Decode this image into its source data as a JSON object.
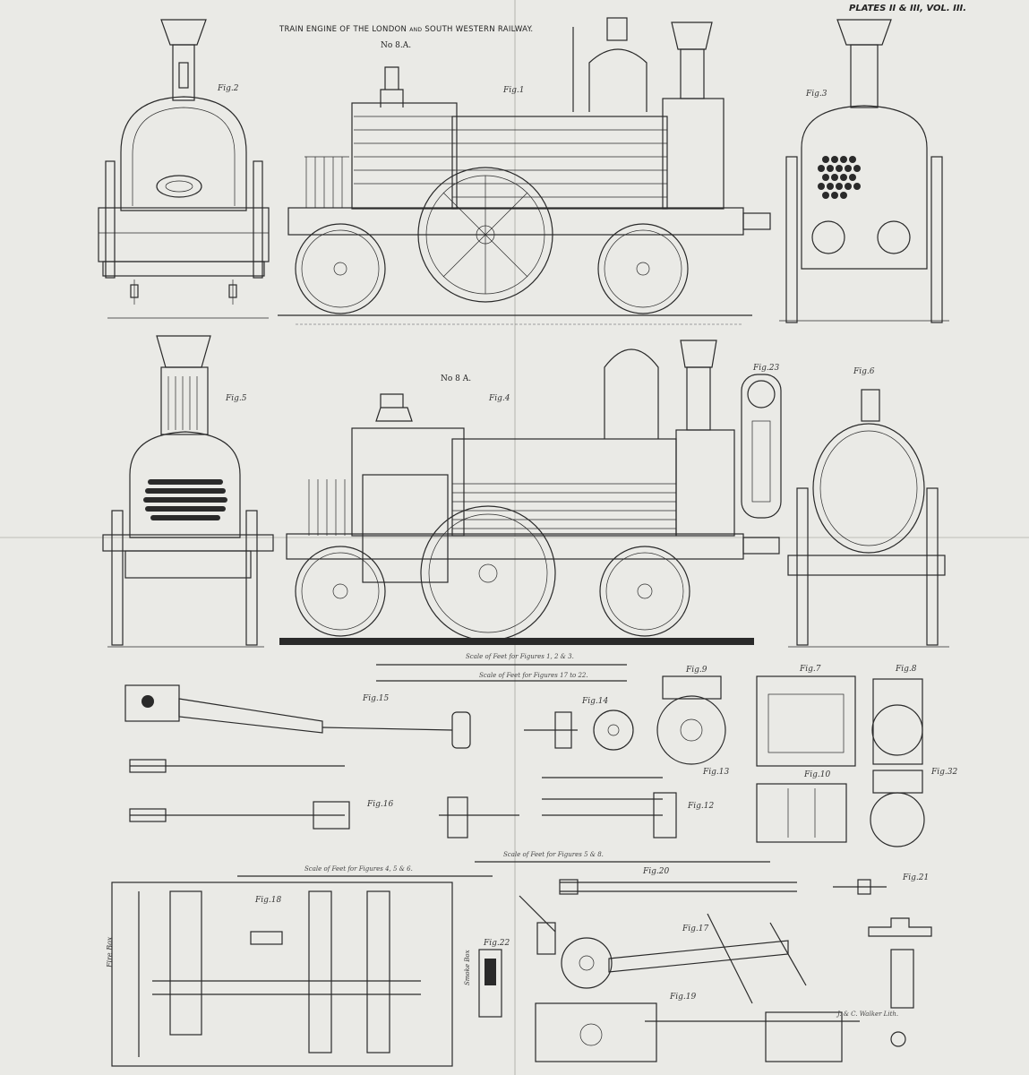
{
  "header": {
    "plate_id": "PLATES II & III, VOL. III.",
    "title_a": "TRAIN ENGINE OF THE LONDON",
    "title_and": "AND",
    "title_b": "SOUTH WESTERN RAILWAY.",
    "number_top": "No 8.A.",
    "number_mid": "No 8 A."
  },
  "figures": {
    "fig1": "Fig.1",
    "fig2": "Fig.2",
    "fig3": "Fig.3",
    "fig4": "Fig.4",
    "fig5": "Fig.5",
    "fig6": "Fig.6",
    "fig7": "Fig.7",
    "fig8": "Fig.8",
    "fig9": "Fig.9",
    "fig10": "Fig.10",
    "fig12": "Fig.12",
    "fig13": "Fig.13",
    "fig14": "Fig.14",
    "fig15": "Fig.15",
    "fig16": "Fig.16",
    "fig17": "Fig.17",
    "fig18": "Fig.18",
    "fig19": "Fig.19",
    "fig20": "Fig.20",
    "fig21": "Fig.21",
    "fig22": "Fig.22",
    "fig23": "Fig.23",
    "fig32": "Fig.32"
  },
  "scales": {
    "s1": "Scale of Feet for Figures 1, 2 & 3.",
    "s2": "Scale of Feet for Figures 17 to 22.",
    "s3": "Scale of Feet for Figures 5 & 8.",
    "s4": "Scale of Feet for Figures 4, 5 & 6."
  },
  "annotations": {
    "fire_box": "Fire Box",
    "smoke_box": "Smoke Box",
    "printer": "J. & C. Walker Lith."
  },
  "colors": {
    "paper": "#eaeae6",
    "ink": "#2a2a2a"
  }
}
